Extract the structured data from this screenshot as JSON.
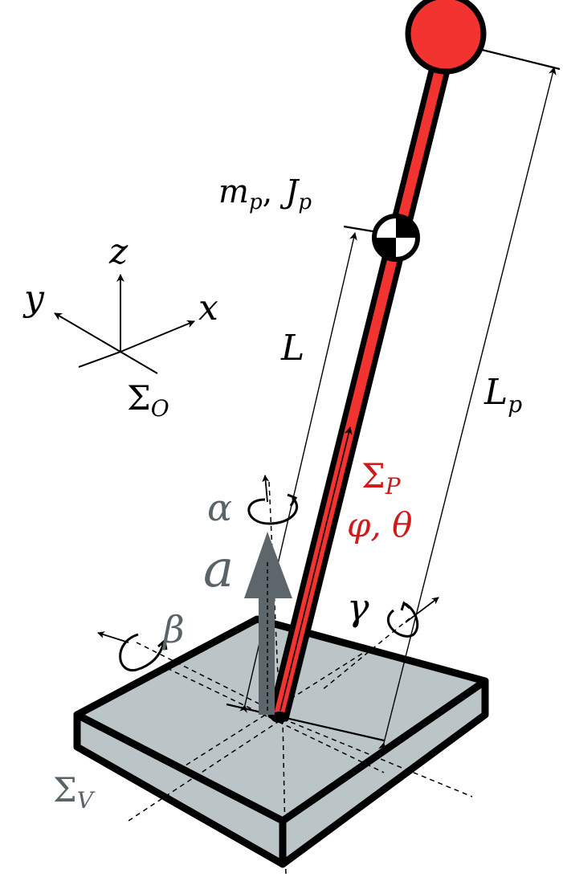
{
  "colors": {
    "pendulum": "#f23330",
    "platform": "#bbc5c8",
    "grey_label": "#5a6468",
    "arrow_grey": "#5d676b",
    "red_label": "#d01a1a",
    "ink": "#000000"
  },
  "labels": {
    "mass_inertia": {
      "m": "m",
      "m_sub": "p",
      "sep": ",",
      "J": "J",
      "J_sub": "p"
    },
    "length_L": "L",
    "length_Lp": {
      "main": "L",
      "sub": "p"
    },
    "axis_x": "x",
    "axis_y": "y",
    "axis_z": "z",
    "frame_O": {
      "main": "Σ",
      "sub": "O"
    },
    "frame_P": {
      "main": "Σ",
      "sub": "P"
    },
    "angles_P": "φ, θ",
    "frame_V": {
      "main": "Σ",
      "sub": "V"
    },
    "accel": "a",
    "rot_alpha": "α",
    "rot_beta": "β",
    "rot_gamma": "γ"
  }
}
